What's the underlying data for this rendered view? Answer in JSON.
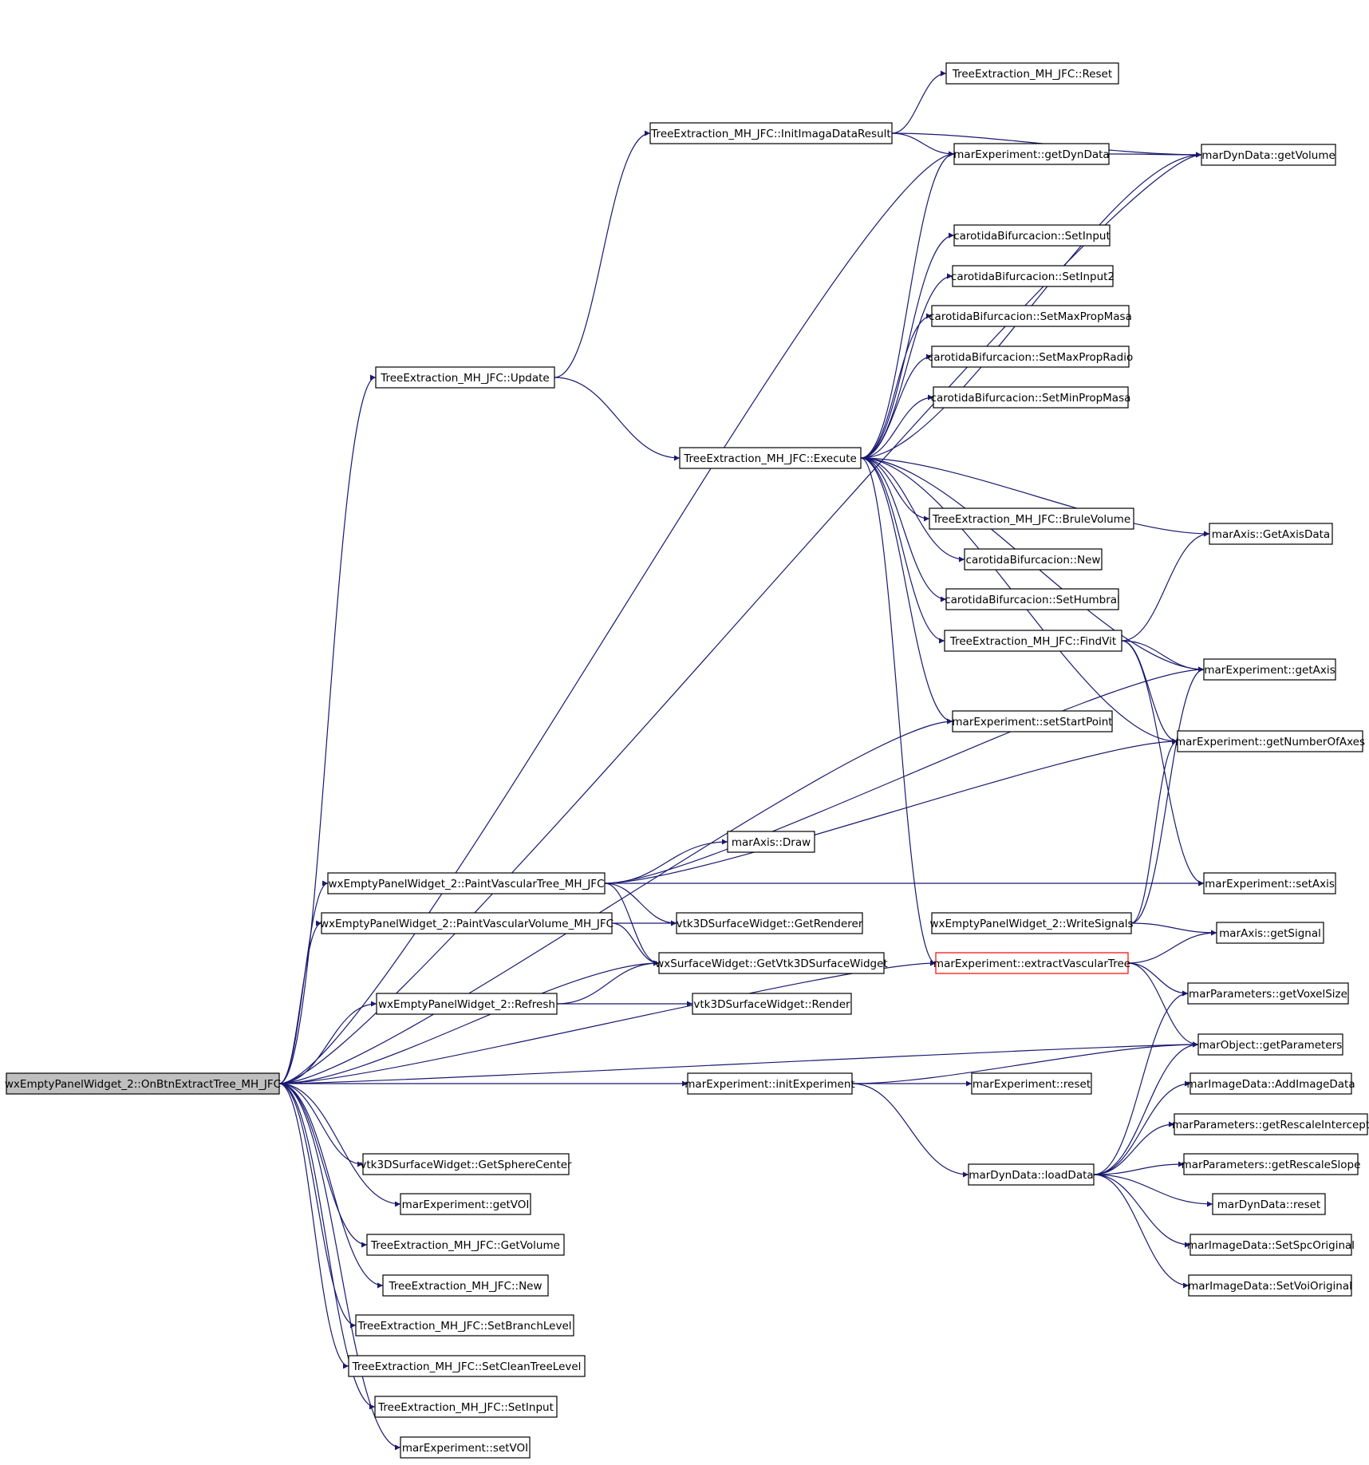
{
  "graph": {
    "root": "wxEmptyPanelWidget_2::OnBtnExtractTree_MH_JFC",
    "nodes": [
      {
        "id": "root",
        "label": "wxEmptyPanelWidget_2::OnBtnExtractTree_MH_JFC",
        "style": "root"
      },
      {
        "id": "te_update",
        "label": "TreeExtraction_MH_JFC::Update"
      },
      {
        "id": "te_init",
        "label": "TreeExtraction_MH_JFC::InitImagaDataResult"
      },
      {
        "id": "te_reset",
        "label": "TreeExtraction_MH_JFC::Reset"
      },
      {
        "id": "me_getdyndata",
        "label": "marExperiment::getDynData"
      },
      {
        "id": "md_getvolume",
        "label": "marDynData::getVolume"
      },
      {
        "id": "cb_setinput",
        "label": "carotidaBifurcacion::SetInput"
      },
      {
        "id": "cb_setinput2",
        "label": "carotidaBifurcacion::SetInput2"
      },
      {
        "id": "cb_setmaxpropmasa",
        "label": "carotidaBifurcacion::SetMaxPropMasa"
      },
      {
        "id": "cb_setmaxpropradio",
        "label": "carotidaBifurcacion::SetMaxPropRadio"
      },
      {
        "id": "cb_setminpropmasa",
        "label": "carotidaBifurcacion::SetMinPropMasa"
      },
      {
        "id": "te_execute",
        "label": "TreeExtraction_MH_JFC::Execute"
      },
      {
        "id": "te_brulevolume",
        "label": "TreeExtraction_MH_JFC::BruleVolume"
      },
      {
        "id": "ma_getaxisdata",
        "label": "marAxis::GetAxisData"
      },
      {
        "id": "cb_new",
        "label": "carotidaBifurcacion::New"
      },
      {
        "id": "cb_sethumbral",
        "label": "carotidaBifurcacion::SetHumbral"
      },
      {
        "id": "te_findvit",
        "label": "TreeExtraction_MH_JFC::FindVit"
      },
      {
        "id": "me_getaxis",
        "label": "marExperiment::getAxis"
      },
      {
        "id": "me_setstartpoint",
        "label": "marExperiment::setStartPoint"
      },
      {
        "id": "me_getnumberofaxes",
        "label": "marExperiment::getNumberOfAxes"
      },
      {
        "id": "ma_draw",
        "label": "marAxis::Draw"
      },
      {
        "id": "wx_paintvasculartree",
        "label": "wxEmptyPanelWidget_2::PaintVascularTree_MH_JFC"
      },
      {
        "id": "me_setaxis",
        "label": "marExperiment::setAxis"
      },
      {
        "id": "wx_paintvascularvolume",
        "label": "wxEmptyPanelWidget_2::PaintVascularVolume_MH_JFC"
      },
      {
        "id": "vtk_getrenderer",
        "label": "vtk3DSurfaceWidget::GetRenderer"
      },
      {
        "id": "wx_writesignals",
        "label": "wxEmptyPanelWidget_2::WriteSignals"
      },
      {
        "id": "ma_getsignal",
        "label": "marAxis::getSignal"
      },
      {
        "id": "ws_getvtk3d",
        "label": "wxSurfaceWidget::GetVtk3DSurfaceWidget"
      },
      {
        "id": "me_extractvasculartree",
        "label": "marExperiment::extractVascularTree",
        "style": "red"
      },
      {
        "id": "mp_getvoxelsize",
        "label": "marParameters::getVoxelSize"
      },
      {
        "id": "wx_refresh",
        "label": "wxEmptyPanelWidget_2::Refresh"
      },
      {
        "id": "vtk_render",
        "label": "vtk3DSurfaceWidget::Render"
      },
      {
        "id": "mo_getparameters",
        "label": "marObject::getParameters"
      },
      {
        "id": "me_initexperiment",
        "label": "marExperiment::initExperiment"
      },
      {
        "id": "me_reset",
        "label": "marExperiment::reset"
      },
      {
        "id": "mi_addimagedata",
        "label": "marImageData::AddImageData"
      },
      {
        "id": "mp_getrescaleintercept",
        "label": "marParameters::getRescaleIntercept"
      },
      {
        "id": "vtk_getspherecenter",
        "label": "vtk3DSurfaceWidget::GetSphereCenter"
      },
      {
        "id": "md_loaddata",
        "label": "marDynData::loadData"
      },
      {
        "id": "mp_getrescaleslope",
        "label": "marParameters::getRescaleSlope"
      },
      {
        "id": "me_getvoi",
        "label": "marExperiment::getVOI"
      },
      {
        "id": "md_reset",
        "label": "marDynData::reset"
      },
      {
        "id": "te_getvolume",
        "label": "TreeExtraction_MH_JFC::GetVolume"
      },
      {
        "id": "mi_setspcoriginal",
        "label": "marImageData::SetSpcOriginal"
      },
      {
        "id": "te_new",
        "label": "TreeExtraction_MH_JFC::New"
      },
      {
        "id": "mi_setvoioriginal",
        "label": "marImageData::SetVoiOriginal"
      },
      {
        "id": "te_setbranchlevel",
        "label": "TreeExtraction_MH_JFC::SetBranchLevel"
      },
      {
        "id": "te_setcleantreelevel",
        "label": "TreeExtraction_MH_JFC::SetCleanTreeLevel"
      },
      {
        "id": "te_setinput",
        "label": "TreeExtraction_MH_JFC::SetInput"
      },
      {
        "id": "me_setvoi",
        "label": "marExperiment::setVOI"
      }
    ],
    "edges": [
      [
        "root",
        "te_update"
      ],
      [
        "root",
        "wx_paintvasculartree"
      ],
      [
        "root",
        "wx_paintvascularvolume"
      ],
      [
        "root",
        "wx_refresh"
      ],
      [
        "root",
        "me_extractvasculartree"
      ],
      [
        "root",
        "me_initexperiment"
      ],
      [
        "root",
        "vtk_getspherecenter"
      ],
      [
        "root",
        "me_getvoi"
      ],
      [
        "root",
        "te_getvolume"
      ],
      [
        "root",
        "te_new"
      ],
      [
        "root",
        "te_setbranchlevel"
      ],
      [
        "root",
        "te_setcleantreelevel"
      ],
      [
        "root",
        "te_setinput"
      ],
      [
        "root",
        "me_setvoi"
      ],
      [
        "root",
        "md_getvolume"
      ],
      [
        "root",
        "me_getdyndata"
      ],
      [
        "root",
        "me_setstartpoint"
      ],
      [
        "root",
        "ws_getvtk3d"
      ],
      [
        "root",
        "mo_getparameters"
      ],
      [
        "te_update",
        "te_init"
      ],
      [
        "te_update",
        "te_execute"
      ],
      [
        "te_init",
        "te_reset"
      ],
      [
        "te_init",
        "me_getdyndata"
      ],
      [
        "te_init",
        "md_getvolume"
      ],
      [
        "me_getdyndata",
        "md_getvolume"
      ],
      [
        "te_execute",
        "me_getdyndata"
      ],
      [
        "te_execute",
        "md_getvolume"
      ],
      [
        "te_execute",
        "cb_setinput"
      ],
      [
        "te_execute",
        "cb_setinput2"
      ],
      [
        "te_execute",
        "cb_setmaxpropmasa"
      ],
      [
        "te_execute",
        "cb_setmaxpropradio"
      ],
      [
        "te_execute",
        "cb_setminpropmasa"
      ],
      [
        "te_execute",
        "te_brulevolume"
      ],
      [
        "te_execute",
        "cb_new"
      ],
      [
        "te_execute",
        "cb_sethumbral"
      ],
      [
        "te_execute",
        "te_findvit"
      ],
      [
        "te_execute",
        "me_setstartpoint"
      ],
      [
        "te_execute",
        "me_getaxis"
      ],
      [
        "te_execute",
        "me_getnumberofaxes"
      ],
      [
        "te_execute",
        "me_extractvasculartree"
      ],
      [
        "te_execute",
        "ma_getaxisdata"
      ],
      [
        "te_findvit",
        "ma_getaxisdata"
      ],
      [
        "te_findvit",
        "me_getaxis"
      ],
      [
        "te_findvit",
        "me_getnumberofaxes"
      ],
      [
        "te_findvit",
        "me_setaxis"
      ],
      [
        "wx_paintvasculartree",
        "ma_draw"
      ],
      [
        "wx_paintvasculartree",
        "me_getaxis"
      ],
      [
        "wx_paintvasculartree",
        "me_getnumberofaxes"
      ],
      [
        "wx_paintvasculartree",
        "me_setaxis"
      ],
      [
        "wx_paintvasculartree",
        "vtk_getrenderer"
      ],
      [
        "wx_paintvasculartree",
        "ws_getvtk3d"
      ],
      [
        "wx_paintvascularvolume",
        "vtk_getrenderer"
      ],
      [
        "wx_paintvascularvolume",
        "ws_getvtk3d"
      ],
      [
        "wx_refresh",
        "ws_getvtk3d"
      ],
      [
        "wx_refresh",
        "vtk_render"
      ],
      [
        "wx_writesignals",
        "me_getaxis"
      ],
      [
        "wx_writesignals",
        "me_getnumberofaxes"
      ],
      [
        "wx_writesignals",
        "ma_getsignal"
      ],
      [
        "me_extractvasculartree",
        "ma_getsignal"
      ],
      [
        "me_extractvasculartree",
        "mp_getvoxelsize"
      ],
      [
        "me_extractvasculartree",
        "mo_getparameters"
      ],
      [
        "me_initexperiment",
        "me_reset"
      ],
      [
        "me_initexperiment",
        "md_loaddata"
      ],
      [
        "me_initexperiment",
        "mo_getparameters"
      ],
      [
        "md_loaddata",
        "mp_getvoxelsize"
      ],
      [
        "md_loaddata",
        "mo_getparameters"
      ],
      [
        "md_loaddata",
        "mi_addimagedata"
      ],
      [
        "md_loaddata",
        "mp_getrescaleintercept"
      ],
      [
        "md_loaddata",
        "mp_getrescaleslope"
      ],
      [
        "md_loaddata",
        "md_reset"
      ],
      [
        "md_loaddata",
        "mi_setspcoriginal"
      ],
      [
        "md_loaddata",
        "mi_setvoioriginal"
      ]
    ]
  }
}
